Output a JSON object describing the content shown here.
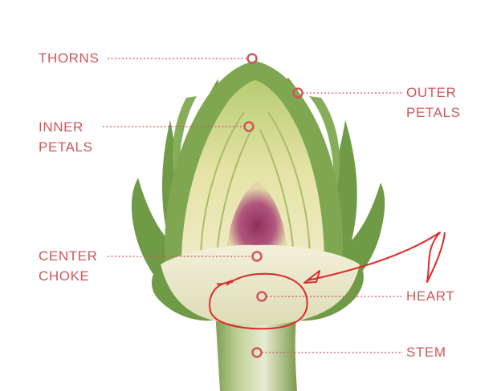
{
  "labels": {
    "thorns": "THORNS",
    "inner_petals": [
      "INNER",
      "PETALS"
    ],
    "outer_petals": [
      "OUTER",
      "PETALS"
    ],
    "center_choke": [
      "CENTER",
      "CHOKE"
    ],
    "heart": "HEART",
    "stem": "STEM"
  },
  "colors": {
    "label": "#d0565a",
    "annotation": "#e0282a",
    "outer_leaf": "#6f9a46",
    "inner_leaf": "#c9cf7e",
    "choke": "#a03c6c",
    "heart": "#ecebd2",
    "stem": "#9fbb72"
  }
}
